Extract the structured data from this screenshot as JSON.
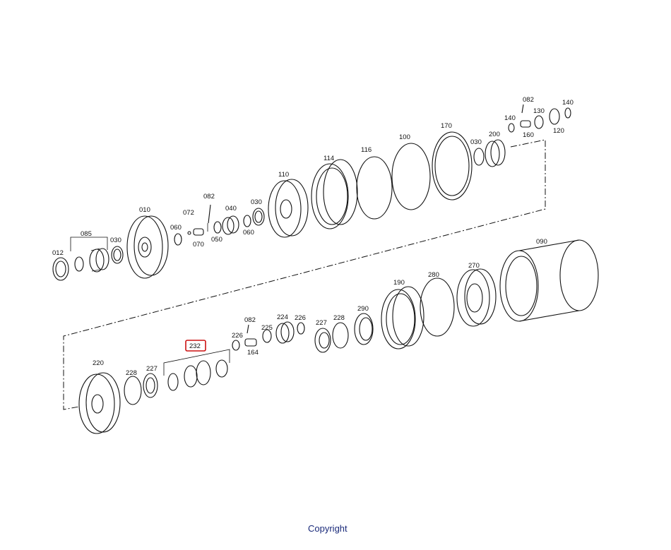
{
  "diagram": {
    "highlighted_part": "232",
    "labels": [
      "012",
      "085",
      "030",
      "010",
      "060",
      "072",
      "070",
      "082",
      "050",
      "040",
      "060",
      "030",
      "110",
      "114",
      "116",
      "100",
      "170",
      "030",
      "200",
      "140",
      "082",
      "130",
      "160",
      "120",
      "140",
      "090",
      "270",
      "280",
      "190",
      "290",
      "228",
      "227",
      "226",
      "224",
      "225",
      "082",
      "164",
      "226",
      "232",
      "227",
      "228",
      "220"
    ]
  },
  "footer": {
    "copyright": "Copyright"
  }
}
